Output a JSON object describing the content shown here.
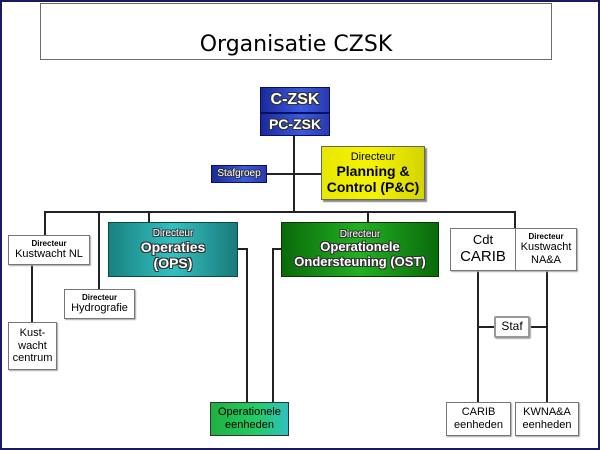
{
  "title": "Organisatie CZSK",
  "nodes": {
    "czsk": "C-ZSK",
    "pczsk": "PC-ZSK",
    "stafgroep": "Stafgroep",
    "pc": {
      "pre": "Directeur",
      "line1": "Planning &",
      "line2": "Control (P&C)"
    },
    "kustwacht_nl": {
      "pre": "Directeur",
      "name": "Kustwacht NL"
    },
    "hydrografie": {
      "pre": "Directeur",
      "name": "Hydrografie"
    },
    "kustwacht_centrum": {
      "line1": "Kust-",
      "line2": "wacht",
      "line3": "centrum"
    },
    "ops": {
      "pre": "Directeur",
      "line1": "Operaties",
      "line2": "(OPS)"
    },
    "ost": {
      "pre": "Directeur",
      "line1": "Operationele",
      "line2": "Ondersteuning (OST)"
    },
    "carib": {
      "line1": "Cdt",
      "line2": "CARIB"
    },
    "kustwacht_naa": {
      "pre": "Directeur",
      "line1": "Kustwacht",
      "line2": "NA&A"
    },
    "staf": "Staf",
    "op_eenheden": {
      "line1": "Operationele",
      "line2": "eenheden"
    },
    "carib_eenheden": {
      "line1": "CARIB",
      "line2": "eenheden"
    },
    "kwnaa_eenheden": {
      "line1": "KWNA&A",
      "line2": "eenheden"
    }
  },
  "colors": {
    "frame": "#1a1a5e",
    "czsk_blue": "#2a3ab0",
    "pc_yellow": "#f0f000",
    "ops_teal": "#2aa0a0",
    "ost_green": "#1a9a1a",
    "eenheden_green": "#22cc66"
  }
}
